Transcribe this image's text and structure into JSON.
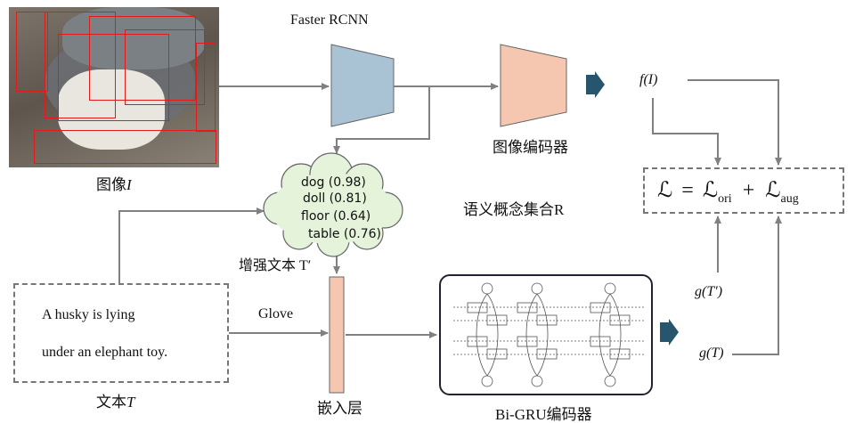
{
  "image_block": {
    "caption": "图像",
    "caption_var": "I"
  },
  "faster_rcnn": {
    "label": "Faster RCNN"
  },
  "image_encoder": {
    "label": "图像编码器"
  },
  "fI": {
    "label": "f(I)"
  },
  "concepts": {
    "items": [
      "dog (0.98)",
      "doll (0.81)",
      "floor (0.64)",
      "table (0.76)"
    ],
    "set_label": "语义概念集合R"
  },
  "augmented": {
    "label": "增强文本 T′"
  },
  "text_block": {
    "line1": "A husky is lying",
    "line2": "under an elephant toy.",
    "caption": "文本",
    "caption_var": "T"
  },
  "glove": {
    "label": "Glove"
  },
  "embedding": {
    "label": "嵌入层"
  },
  "bigru": {
    "label": "Bi-GRU编码器"
  },
  "gTp": {
    "label": "g(T′)"
  },
  "gT": {
    "label": "g(T)"
  },
  "loss": {
    "main": "ℒ",
    "eq": "=",
    "ori": "ori",
    "plus": "+",
    "aug": "aug"
  },
  "colors": {
    "trap_blue": "#a9c3d4",
    "trap_peach": "#f6c7b0",
    "cloud": "#e4f3da",
    "arrow": "#808080",
    "head": "#25566e",
    "bbox": "#e11b1b"
  }
}
